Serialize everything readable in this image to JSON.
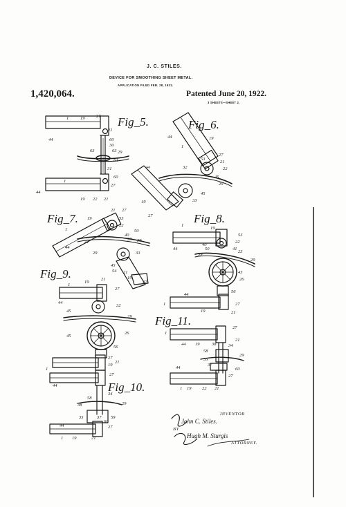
{
  "header": {
    "inventor": "J. C. STILES.",
    "title": "DEVICE FOR SMOOTHING SHEET METAL.",
    "filed": "APPLICATION FILED FEB. 28, 1921.",
    "patent_number": "1,420,064.",
    "patented": "Patented June 20, 1922.",
    "sheets": "3 SHEETS—SHEET 2."
  },
  "figures": {
    "fig5": {
      "label": "Fig_5."
    },
    "fig6": {
      "label": "Fig_6."
    },
    "fig7": {
      "label": "Fig_7."
    },
    "fig8": {
      "label": "Fig_8."
    },
    "fig9": {
      "label": "Fig_9."
    },
    "fig10": {
      "label": "Fig_10."
    },
    "fig11": {
      "label": "Fig_11."
    }
  },
  "refs": {
    "r1": "1",
    "r19": "19",
    "r27": "27",
    "r21": "21",
    "r44": "44",
    "r60": "60",
    "r30": "30",
    "r63": "63",
    "r29": "29",
    "r64": "64",
    "r31": "31",
    "r22": "22",
    "r32": "32",
    "r53": "53",
    "r45": "45",
    "r33": "33",
    "r50": "50",
    "r39": "39",
    "r41": "41",
    "r40": "40",
    "r54": "54",
    "r26": "26",
    "r56": "56",
    "r38": "38",
    "r34": "34",
    "r58": "58",
    "r35": "35",
    "r37": "37",
    "r59": "59",
    "r23": "23"
  },
  "signature": {
    "inventor_caption": "INVENTOR",
    "inventor_sig": "John C. Stiles.",
    "by": "BY",
    "attorney_sig": "Hugh M. Sturgis",
    "attorney_caption": "ATTORNEY."
  }
}
